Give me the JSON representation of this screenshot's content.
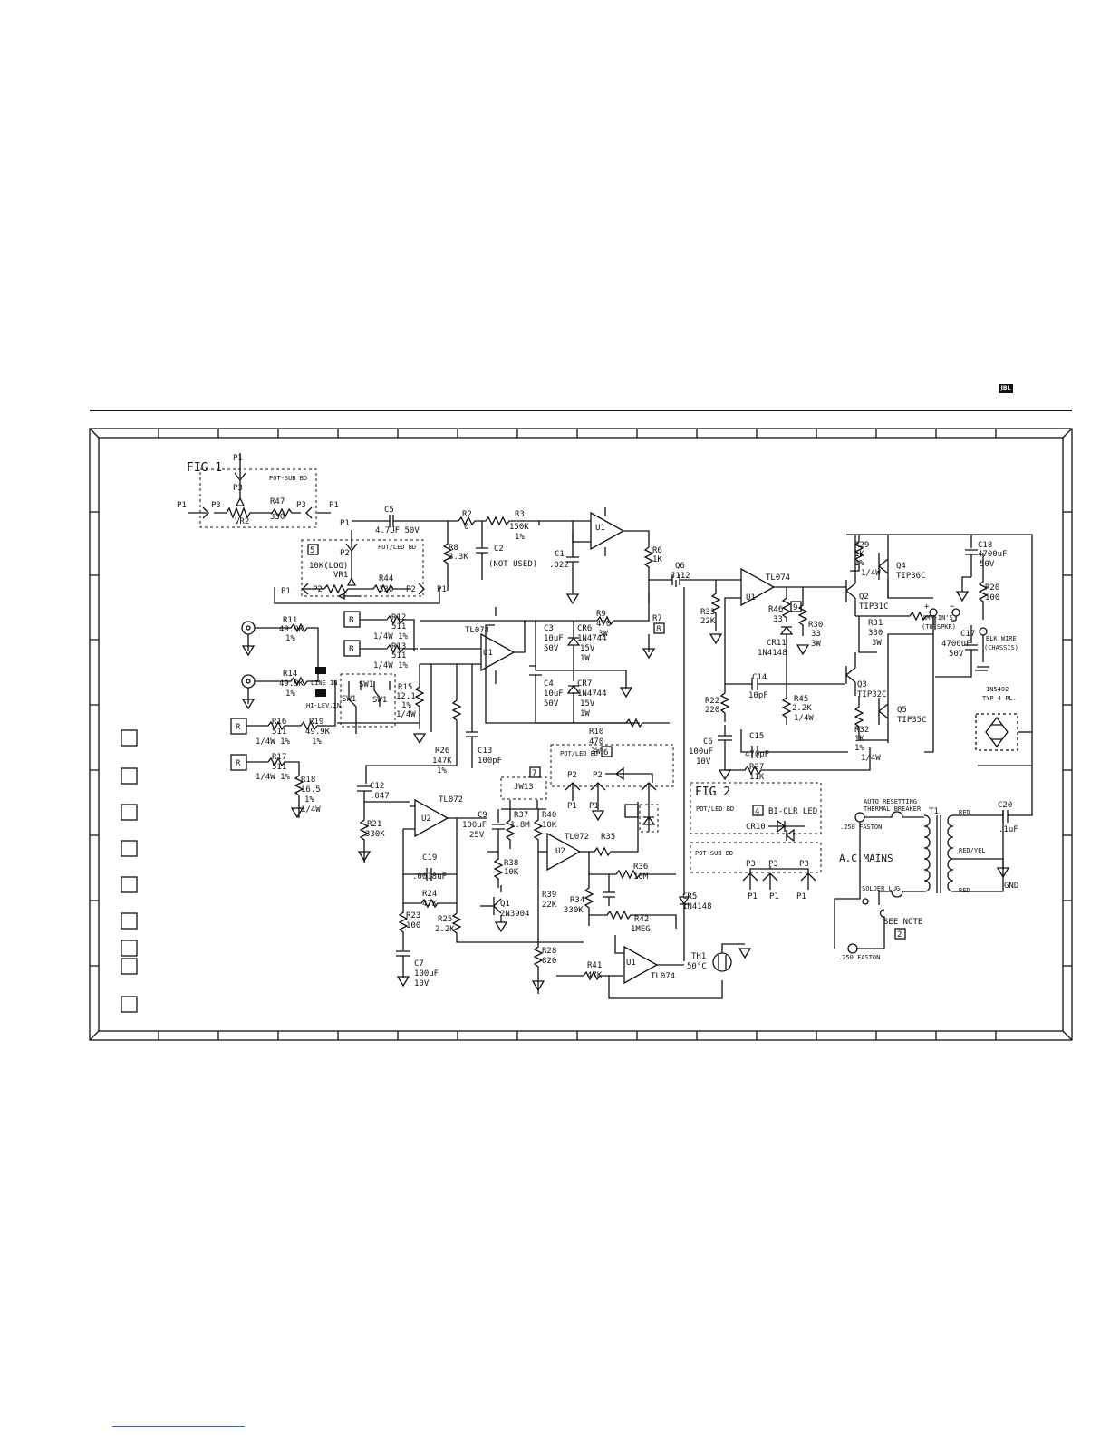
{
  "brand": "JBL",
  "figures": {
    "fig1": "FIG 1",
    "fig2": "FIG 2"
  },
  "boards": {
    "pot_sub_bd": "POT-SUB BD",
    "pot_led_bd": "POT/LED BD",
    "pot_led_bd_6": "POT/LED BD"
  },
  "notes": {
    "n5": "5",
    "n6": "6",
    "n7": "7",
    "n8": "8",
    "n9": "9",
    "n4": "4",
    "n2": "2",
    "see_note": "SEE NOTE"
  },
  "connectors": {
    "p1": "P1",
    "p2": "P2",
    "p3": "P3",
    "b": "B",
    "r": "R"
  },
  "components": {
    "vr2": "VR2",
    "r47": "R47",
    "r47v": "330",
    "c5": "C5",
    "c5v": "4.7UF 50V",
    "r2": "R2",
    "r2v": "0",
    "r3": "R3",
    "r3v": "150K",
    "r3t": "1%",
    "r8": "R8",
    "r8v": "3.3K",
    "c2": "C2",
    "c2v": "(NOT USED)",
    "c1": "C1",
    "c1v": ".022",
    "u1a": "U1",
    "r6": "R6",
    "r6v": "1K",
    "q6": "Q6",
    "q6v": "J112",
    "vr1v": "10K(LOG)",
    "vr1": "VR1",
    "r44": "R44",
    "r44v": "330",
    "r11": "R11",
    "r11v": "49.9K",
    "r11t": "1%",
    "r12": "R12",
    "r12v": "511",
    "r12t": "1/4W 1%",
    "r13": "R13",
    "r13v": "511",
    "r13t": "1/4W 1%",
    "tl074a": "TL074",
    "u1b": "U1",
    "r9": "R9",
    "r9v": "470",
    "r9p": "3W",
    "r7": "R7",
    "c3": "C3",
    "c3v": "10uF",
    "c3p": "50V",
    "cr6": "CR6",
    "cr6v": "1N4744",
    "cr6a": "15V",
    "cr6b": "1W",
    "c4": "C4",
    "c4v": "10uF",
    "c4p": "50V",
    "cr7": "CR7",
    "cr7v": "1N4744",
    "cr7a": "15V",
    "cr7b": "1W",
    "r10": "R10",
    "r10v": "470",
    "r10p": "3W",
    "r14": "R14",
    "r14v": "49.9K",
    "r14t": "1%",
    "line_in": "LINE IN",
    "hi_lev_in": "HI-LEV.IN",
    "sw1": "SW1",
    "r15": "R15",
    "r15v": "12.1",
    "r15t": "1%",
    "r15p": "1/4W",
    "r16": "R16",
    "r16v": "511",
    "r16t": "1/4W 1%",
    "r19": "R19",
    "r19v": "49.9K",
    "r19t": "1%",
    "r17": "R17",
    "r17v": "511",
    "r17t": "1/4W 1%",
    "r18": "R18",
    "r18v": "16.5",
    "r18t": "1%",
    "r18p": "1/4W",
    "r26": "R26",
    "r26v": "147K",
    "r26t": "1%",
    "c13": "C13",
    "c13v": "100pF",
    "c12": "C12",
    "c12v": ".047",
    "r21": "R21",
    "r21v": "330K",
    "u2a": "U2",
    "tl072a": "TL072",
    "c19": "C19",
    "c19v": ".0018uF",
    "r24": "R24",
    "r24v": "47K",
    "r23": "R23",
    "r23v": "100",
    "r25": "R25",
    "r25v": "2.2K",
    "c7": "C7",
    "c7v": "100uF",
    "c7p": "10V",
    "jw13": "JW13",
    "c9": "C9",
    "c9v": "100uF",
    "c9p": "25V",
    "r37": "R37",
    "r37v": "1.8M",
    "r40": "R40",
    "r40v": "10K",
    "r38": "R38",
    "r38v": "10K",
    "q1": "Q1",
    "q1v": "2N3904",
    "r39": "R39",
    "r39v": "22K",
    "u2b": "U2",
    "tl072b": "TL072",
    "r35": "R35",
    "r34": "R34",
    "r34v": "330K",
    "r36": "R36",
    "r36v": "10M",
    "r42": "R42",
    "r42v": "1MEG",
    "r28": "R28",
    "r28v": "820",
    "r41": "R41",
    "r41v": "47K",
    "u1c": "U1",
    "tl074c": "TL074",
    "th1": "TH1",
    "th1v": "50°C",
    "cr5": "CR5",
    "cr5v": "1N4148",
    "tl074b": "TL074",
    "u1d": "U1",
    "r33": "R33",
    "r33v": "22K",
    "r46": "R46",
    "r46v": "33",
    "cr11": "CR11",
    "cr11v": "1N4148",
    "r30": "R30",
    "r30v": "33",
    "r30p": "3W",
    "r22": "R22",
    "r22v": "220",
    "c14": "C14",
    "c14v": "10pF",
    "r45": "R45",
    "r45v": "2.2K",
    "r45p": "1/4W",
    "c6": "C6",
    "c6v": "100uF",
    "c6p": "10V",
    "c15": "C15",
    "c15v": "470pF",
    "r27": "R27",
    "r27v": "11K",
    "r29": "R29",
    "r29v": "1K",
    "r29t": "1%",
    "r29p": "1/4W",
    "q4": "Q4",
    "q4v": "TIP36C",
    "q2": "Q2",
    "q2v": "TIP31C",
    "r31": "R31",
    "r31v": "330",
    "r31p": "3W",
    "q3": "Q3",
    "q3v": "TIP32C",
    "q5": "Q5",
    "q5v": "TIP35C",
    "r32": "R32",
    "r32v": "1K",
    "r32t": "1%",
    "r32p": "1/4W",
    "c18": "C18",
    "c18v": "4700uF",
    "c18p": "50V",
    "r20": "R20",
    "r20v": "100",
    "c17": "C17",
    "c17v": "4700uF",
    "c17p": "50V",
    "amp_ins": "AMP-IN'S",
    "to_spkr": "(TO SPKR)",
    "blk_wire": "BLK WIRE",
    "chassis": "(CHASSIS)",
    "bridge": "1N5402",
    "bridge_t": "TYP 4 PL.",
    "cr10": "CR10",
    "bi_clr_led": "BI-CLR LED",
    "thermal1": "AUTO RESETTING",
    "thermal2": "THERMAL BREAKER",
    "faston1": ".250 FASTON",
    "faston2": ".250 FASTON",
    "t1": "T1",
    "ac_mains": "A.C.MAINS",
    "solder_lug": "SOLDER LUG",
    "red1": "RED",
    "red_yel": "RED/YEL",
    "red2": "RED",
    "c20": "C20",
    "c20v": ".1uF",
    "gnd": "GND"
  }
}
